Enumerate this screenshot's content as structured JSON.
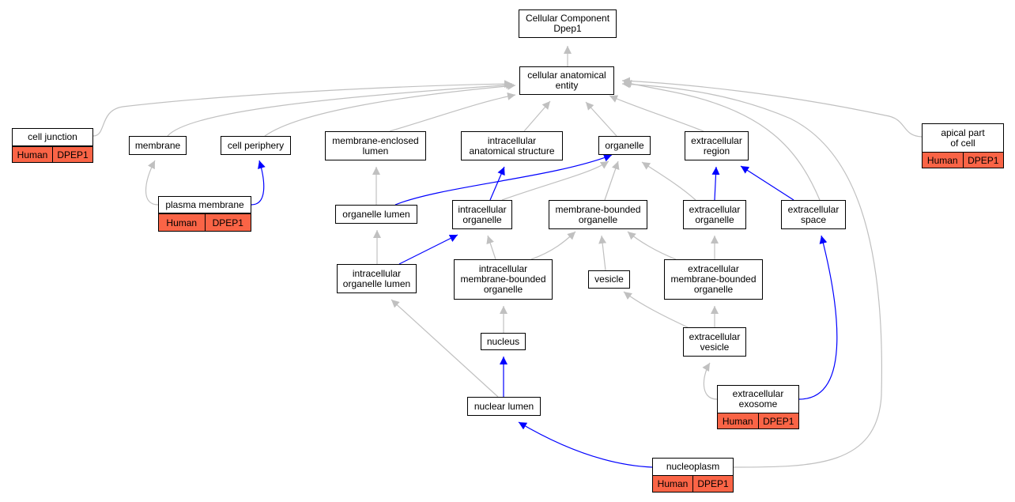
{
  "nodes": {
    "root": [
      "Cellular Component",
      "Dpep1"
    ],
    "cae": [
      "cellular anatomical",
      "entity"
    ],
    "cell_junction": [
      "cell junction"
    ],
    "membrane": [
      "membrane"
    ],
    "cell_periphery": [
      "cell periphery"
    ],
    "mel": [
      "membrane-enclosed",
      "lumen"
    ],
    "ias": [
      "intracellular",
      "anatomical structure"
    ],
    "organelle": [
      "organelle"
    ],
    "ext_region": [
      "extracellular",
      "region"
    ],
    "apical": [
      "apical part",
      "of cell"
    ],
    "plasma_membrane": [
      "plasma membrane"
    ],
    "organelle_lumen": [
      "organelle lumen"
    ],
    "intra_org": [
      "intracellular",
      "organelle"
    ],
    "mbo": [
      "membrane-bounded",
      "organelle"
    ],
    "ext_org": [
      "extracellular",
      "organelle"
    ],
    "ext_space": [
      "extracellular",
      "space"
    ],
    "iol": [
      "intracellular",
      "organelle lumen"
    ],
    "imbo": [
      "intracellular",
      "membrane-bounded",
      "organelle"
    ],
    "vesicle": [
      "vesicle"
    ],
    "embo": [
      "extracellular",
      "membrane-bounded",
      "organelle"
    ],
    "nucleus": [
      "nucleus"
    ],
    "ext_vesicle": [
      "extracellular",
      "vesicle"
    ],
    "ext_exosome": [
      "extracellular",
      "exosome"
    ],
    "nuclear_lumen": [
      "nuclear lumen"
    ],
    "nucleoplasm": [
      "nucleoplasm"
    ]
  },
  "annotations": {
    "cell_junction": [
      "Human",
      "DPEP1"
    ],
    "apical": [
      "Human",
      "DPEP1"
    ],
    "plasma_membrane": [
      "Human",
      "DPEP1"
    ],
    "ext_exosome": [
      "Human",
      "DPEP1"
    ],
    "nucleoplasm": [
      "Human",
      "DPEP1"
    ]
  },
  "edges": [
    {
      "from": "cae",
      "to": "root",
      "type": "is_a"
    },
    {
      "from": "cell_junction",
      "to": "cae",
      "type": "is_a"
    },
    {
      "from": "membrane",
      "to": "cae",
      "type": "is_a"
    },
    {
      "from": "cell_periphery",
      "to": "cae",
      "type": "is_a"
    },
    {
      "from": "mel",
      "to": "cae",
      "type": "is_a"
    },
    {
      "from": "ias",
      "to": "cae",
      "type": "is_a"
    },
    {
      "from": "organelle",
      "to": "cae",
      "type": "is_a"
    },
    {
      "from": "ext_region",
      "to": "cae",
      "type": "is_a"
    },
    {
      "from": "ext_space",
      "to": "cae",
      "type": "is_a"
    },
    {
      "from": "apical",
      "to": "cae",
      "type": "is_a"
    },
    {
      "from": "nucleoplasm",
      "to": "cae",
      "type": "is_a"
    },
    {
      "from": "plasma_membrane",
      "to": "membrane",
      "type": "is_a"
    },
    {
      "from": "plasma_membrane",
      "to": "cell_periphery",
      "type": "part_of"
    },
    {
      "from": "organelle_lumen",
      "to": "mel",
      "type": "is_a"
    },
    {
      "from": "organelle_lumen",
      "to": "organelle",
      "type": "part_of"
    },
    {
      "from": "intra_org",
      "to": "ias",
      "type": "part_of"
    },
    {
      "from": "intra_org",
      "to": "organelle",
      "type": "is_a"
    },
    {
      "from": "mbo",
      "to": "organelle",
      "type": "is_a"
    },
    {
      "from": "ext_org",
      "to": "organelle",
      "type": "is_a"
    },
    {
      "from": "ext_org",
      "to": "ext_region",
      "type": "part_of"
    },
    {
      "from": "ext_space",
      "to": "ext_region",
      "type": "part_of"
    },
    {
      "from": "iol",
      "to": "organelle_lumen",
      "type": "is_a"
    },
    {
      "from": "iol",
      "to": "intra_org",
      "type": "part_of"
    },
    {
      "from": "imbo",
      "to": "intra_org",
      "type": "is_a"
    },
    {
      "from": "imbo",
      "to": "mbo",
      "type": "is_a"
    },
    {
      "from": "vesicle",
      "to": "mbo",
      "type": "is_a"
    },
    {
      "from": "embo",
      "to": "mbo",
      "type": "is_a"
    },
    {
      "from": "embo",
      "to": "ext_org",
      "type": "is_a"
    },
    {
      "from": "nucleus",
      "to": "imbo",
      "type": "is_a"
    },
    {
      "from": "ext_vesicle",
      "to": "vesicle",
      "type": "is_a"
    },
    {
      "from": "ext_vesicle",
      "to": "embo",
      "type": "is_a"
    },
    {
      "from": "ext_exosome",
      "to": "ext_vesicle",
      "type": "is_a"
    },
    {
      "from": "ext_exosome",
      "to": "ext_space",
      "type": "part_of"
    },
    {
      "from": "nuclear_lumen",
      "to": "nucleus",
      "type": "part_of"
    },
    {
      "from": "nuclear_lumen",
      "to": "iol",
      "type": "is_a"
    },
    {
      "from": "nucleoplasm",
      "to": "nuclear_lumen",
      "type": "part_of"
    }
  ],
  "colors": {
    "is_a": "#c0c0c0",
    "part_of": "#0000ff",
    "annotation": "#fa6446"
  }
}
